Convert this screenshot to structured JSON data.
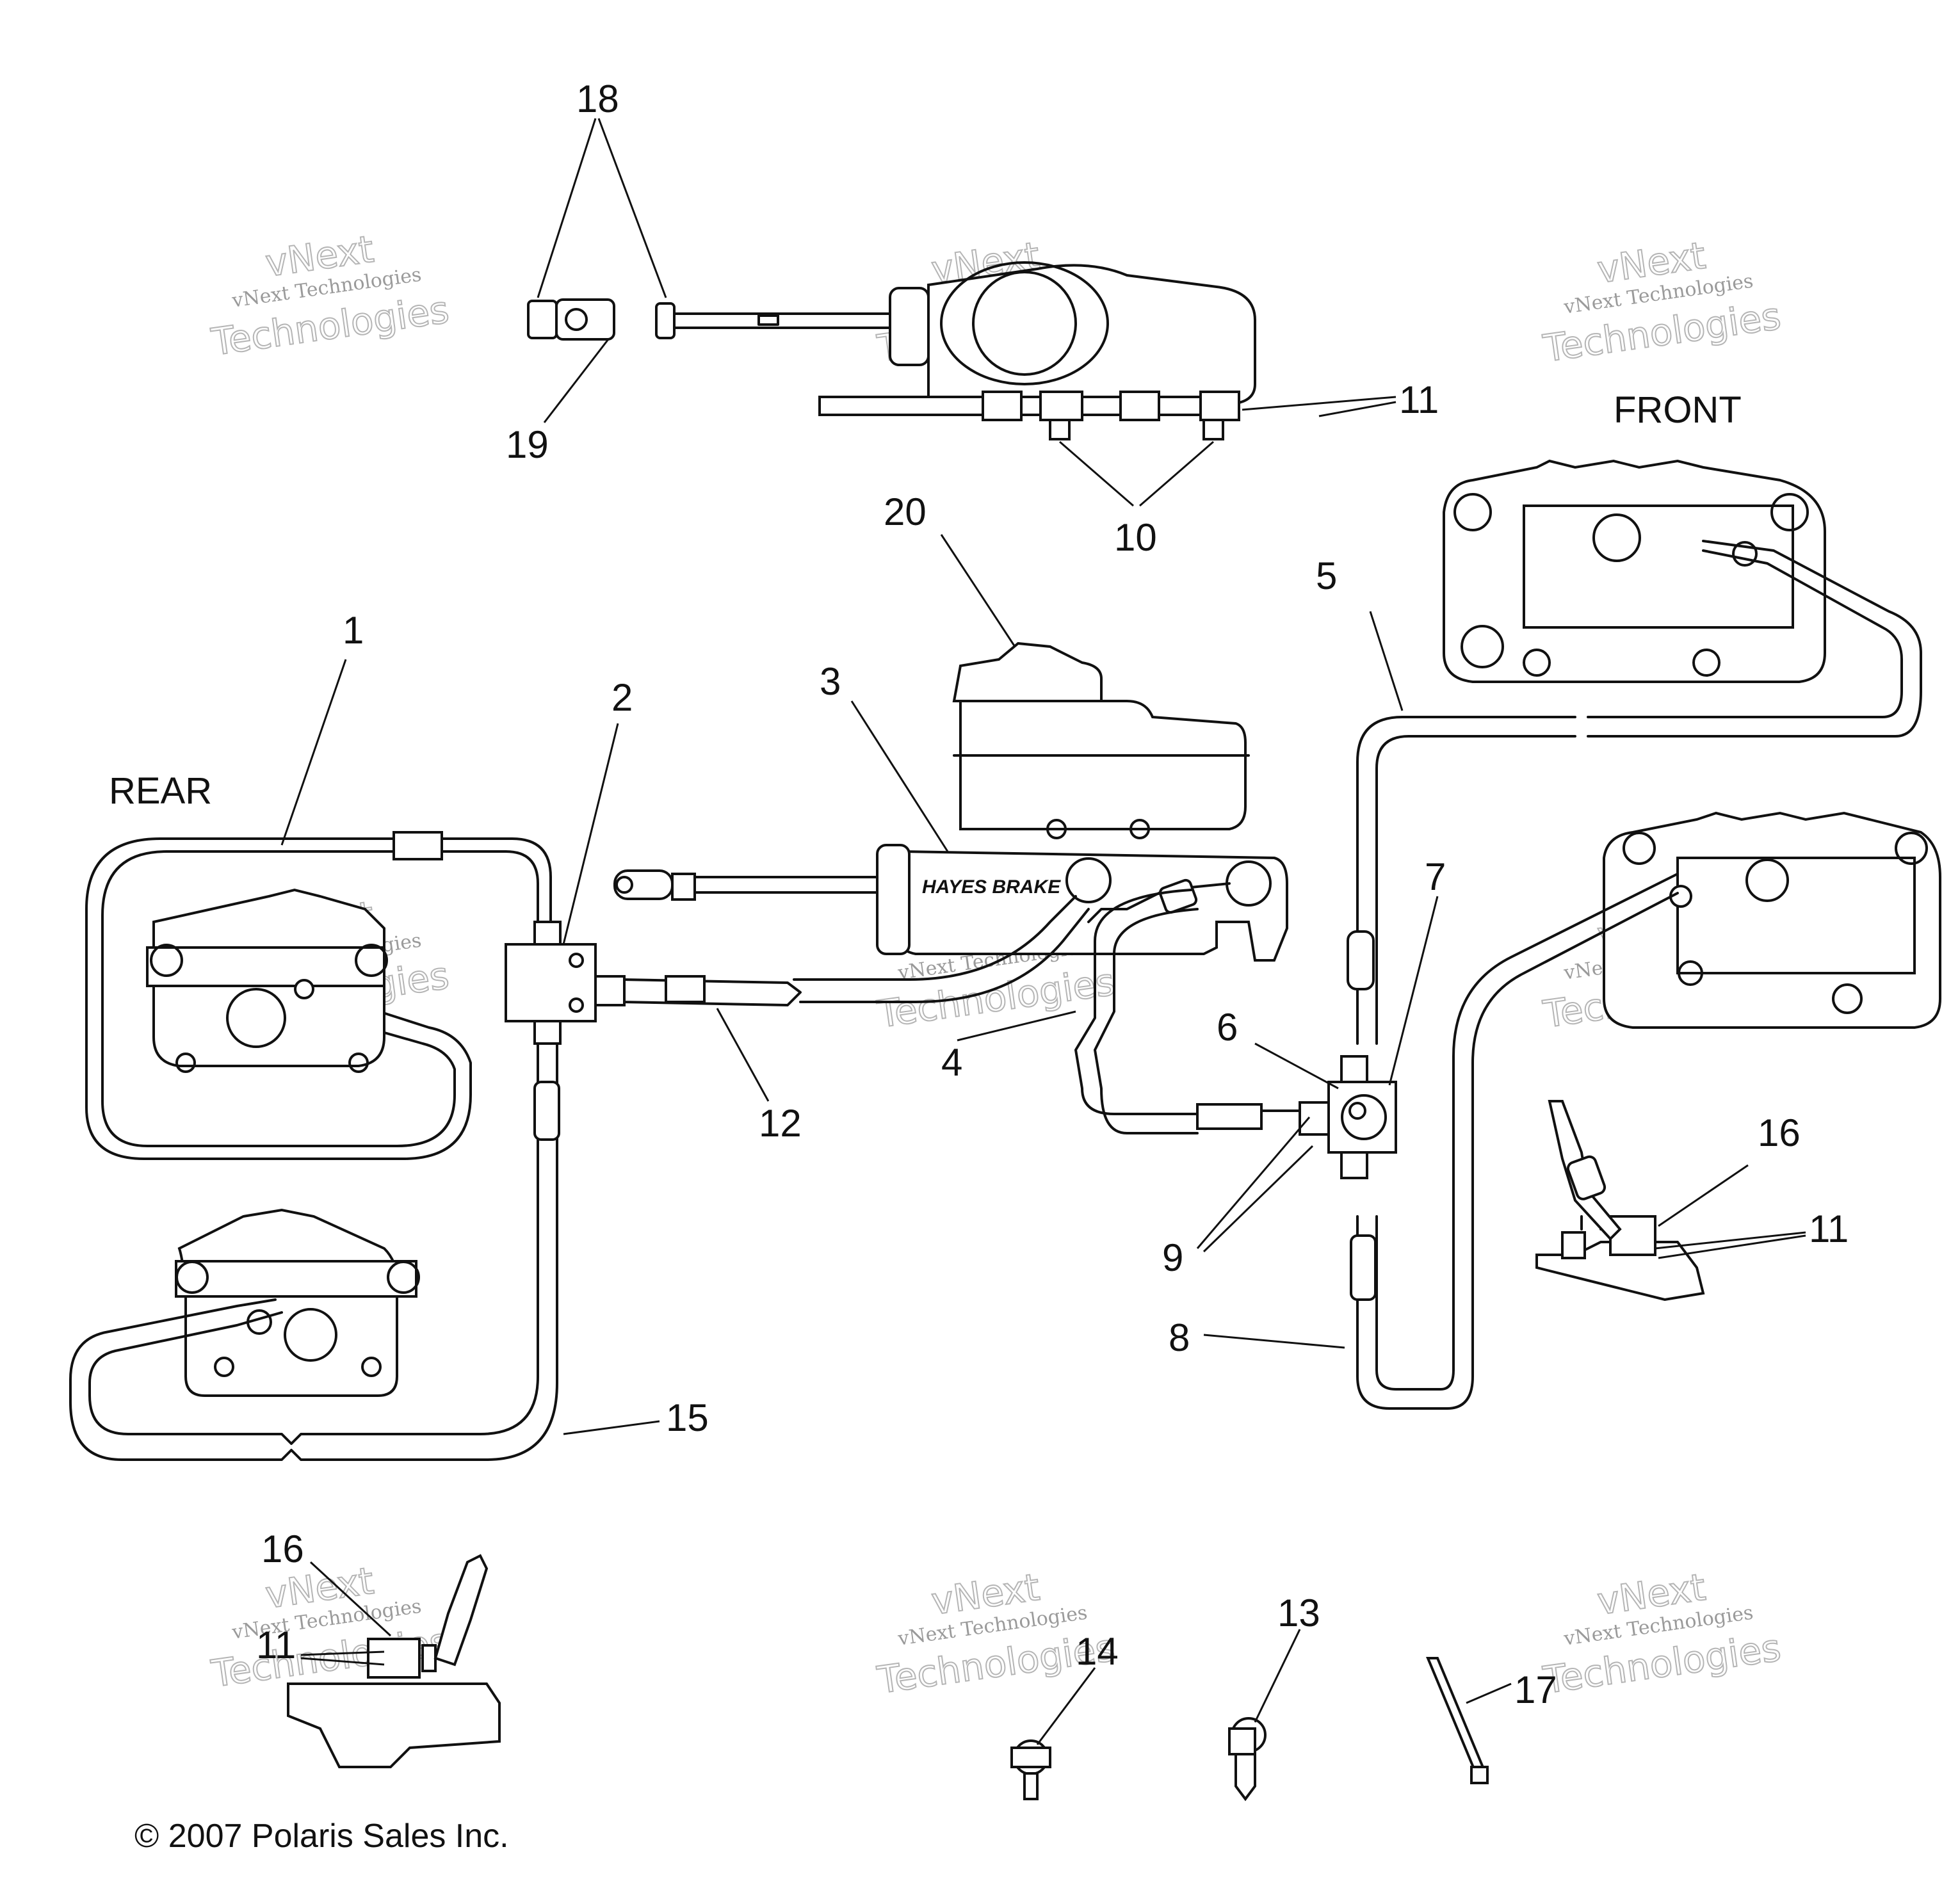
{
  "diagram": {
    "section_labels": {
      "rear": "REAR",
      "front": "FRONT"
    },
    "brand_text": "HAYES BRAKE",
    "copyright": "© 2007 Polaris Sales Inc.",
    "watermark": {
      "line1": "vNext Technologies",
      "line2": "Technologies",
      "line3": "vNext"
    },
    "callouts": {
      "c1": "1",
      "c2": "2",
      "c3": "3",
      "c4": "4",
      "c5": "5",
      "c6": "6",
      "c7": "7",
      "c8": "8",
      "c9": "9",
      "c10": "10",
      "c11a": "11",
      "c11b": "11",
      "c11c": "11",
      "c12": "12",
      "c13": "13",
      "c14": "14",
      "c15": "15",
      "c16a": "16",
      "c16b": "16",
      "c17": "17",
      "c18": "18",
      "c19": "19",
      "c20": "20"
    }
  }
}
